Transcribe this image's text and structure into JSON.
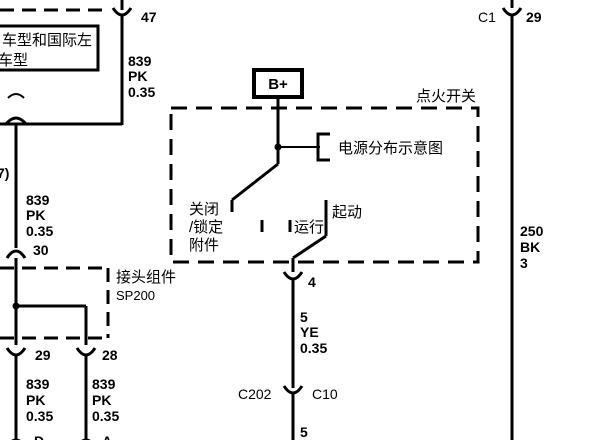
{
  "labels": {
    "top_pin": "47",
    "left_box_line1": "车型和国际左",
    "left_box_line2": "车型",
    "wire_top_mid": {
      "circuit": "839",
      "color": "PK",
      "gauge": "0.35"
    },
    "c1_label": "C1",
    "c1_pin": "29",
    "b_plus": "B+",
    "ignition_switch": "点火开关",
    "power_dist": "电源分布示意图",
    "off_lock_1": "关闭",
    "off_lock_2": "/锁定",
    "accessory": "附件",
    "run": "运行",
    "start": "起动",
    "left_partial": "7)",
    "wire_left_mid": {
      "circuit": "839",
      "color": "PK",
      "gauge": "0.35"
    },
    "pin_30": "30",
    "splice_name": "接头组件",
    "splice_id": "SP200",
    "pin_4": "4",
    "wire_ye": {
      "circuit": "5",
      "color": "YE",
      "gauge": "0.35"
    },
    "pin_29b": "29",
    "pin_28": "28",
    "wire_bl": {
      "circuit": "839",
      "color": "PK",
      "gauge": "0.35"
    },
    "wire_br": {
      "circuit": "839",
      "color": "PK",
      "gauge": "0.35"
    },
    "c202": "C202",
    "c10": "C10",
    "bottom_5": "5",
    "bottom_d": "D",
    "bottom_a": "A",
    "wire_bk": {
      "circuit": "250",
      "color": "BK",
      "gauge": "3"
    }
  }
}
